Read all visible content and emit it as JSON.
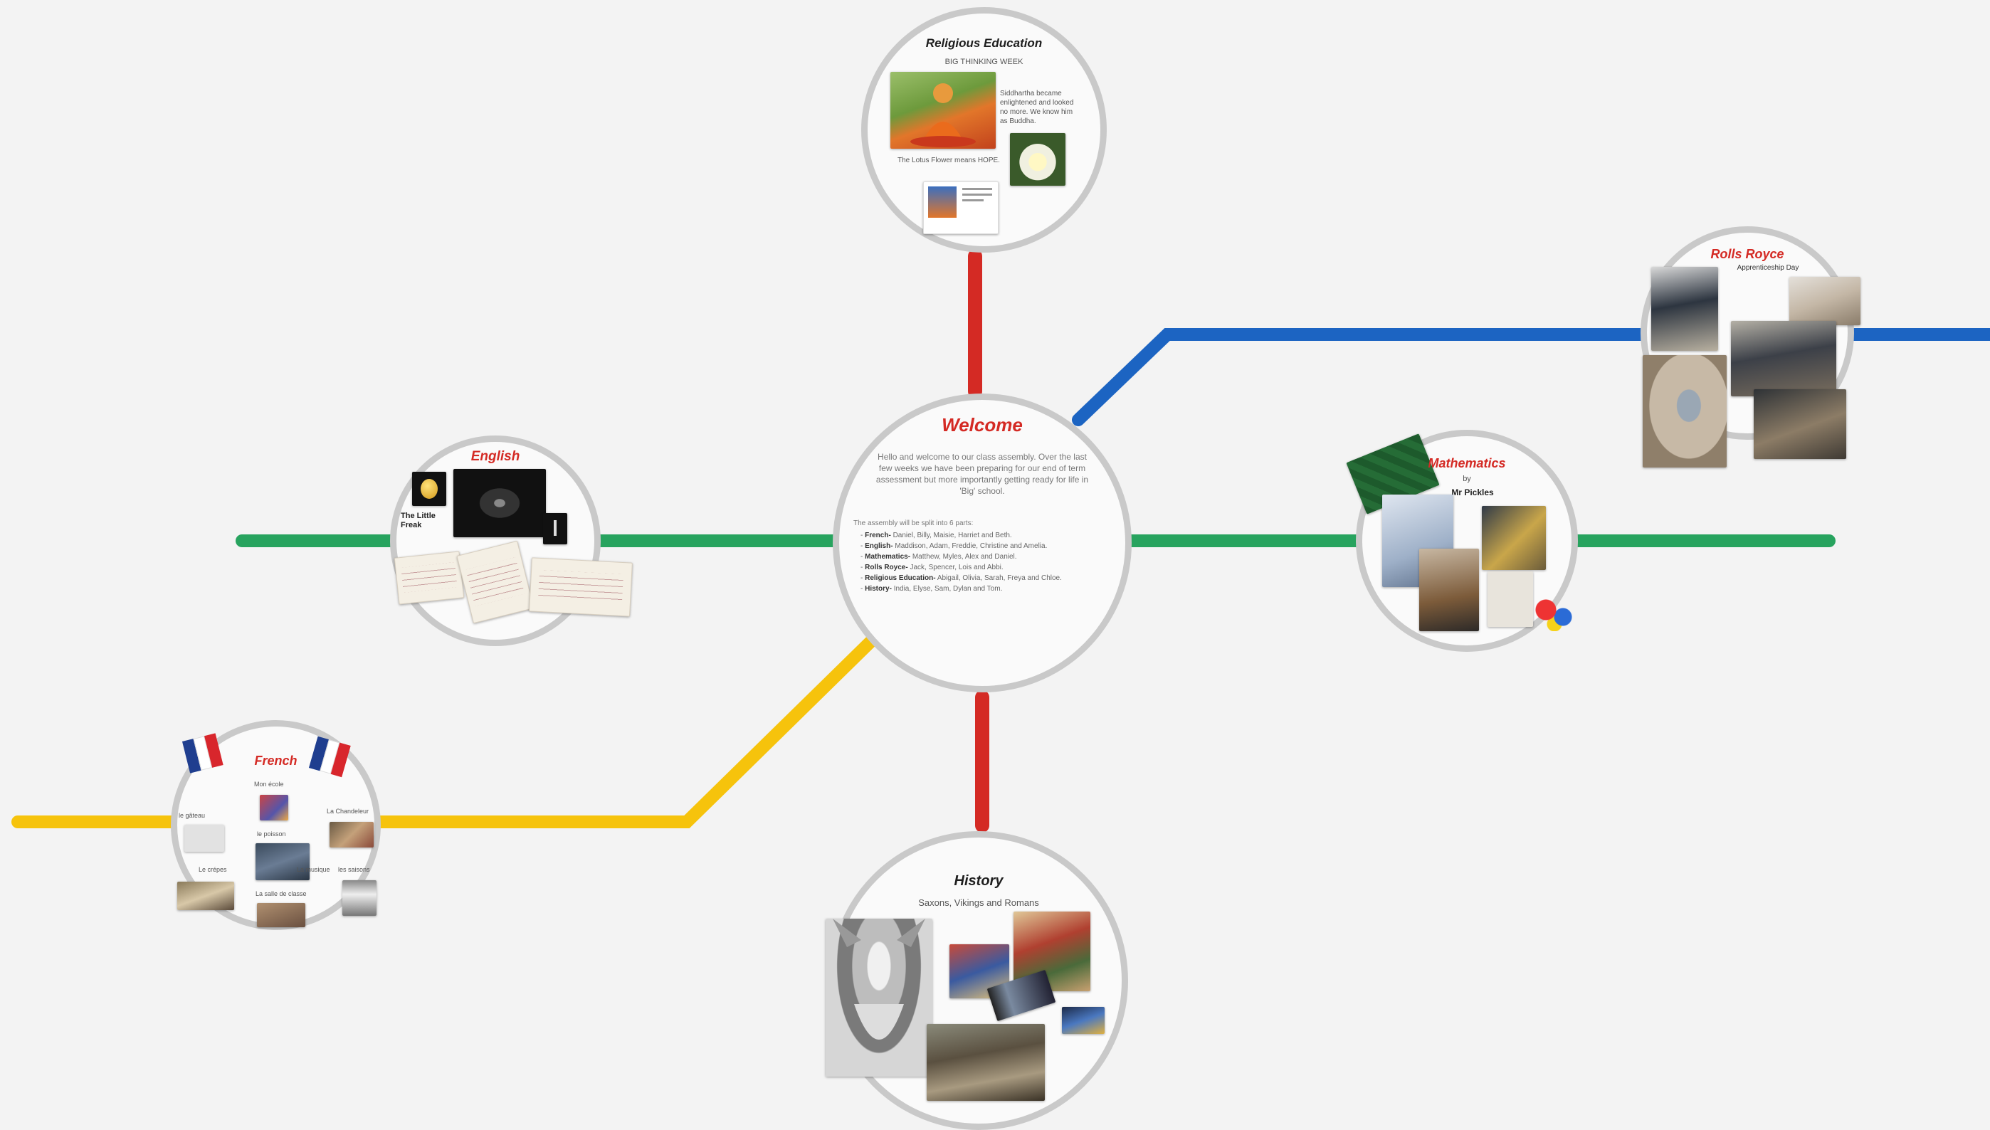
{
  "welcome": {
    "title": "Welcome",
    "intro": "Hello and welcome to our class assembly. Over the last few weeks we have been preparing for our end of term assessment but more importantly getting ready for life in 'Big' school.",
    "groups_intro": "The assembly will be split into 6 parts:",
    "groups": [
      {
        "subject": "French",
        "names": "Daniel, Billy, Maisie, Harriet and Beth."
      },
      {
        "subject": "English",
        "names": "Maddison, Adam, Freddie, Christine and Amelia."
      },
      {
        "subject": "Mathematics",
        "names": "Matthew, Myles, Alex and Daniel."
      },
      {
        "subject": "Rolls Royce",
        "names": "Jack, Spencer, Lois and Abbi."
      },
      {
        "subject": "Religious Education",
        "names": "Abigail, Olivia, Sarah, Freya and Chloe."
      },
      {
        "subject": "History",
        "names": "India, Elyse, Sam, Dylan and Tom."
      }
    ]
  },
  "religious_education": {
    "title": "Religious Education",
    "subtitle": "BIG THINKING WEEK",
    "text1": "Siddhartha became enlightened and looked no more. We know him as Buddha.",
    "text2": "The Lotus Flower means HOPE."
  },
  "english": {
    "title": "English",
    "book_label": "The Little Freak"
  },
  "mathematics": {
    "title": "Mathematics",
    "subtitle1": "by",
    "subtitle2": "Mr Pickles"
  },
  "rolls_royce": {
    "title": "Rolls Royce",
    "subtitle": "Apprenticeship Day"
  },
  "french": {
    "title": "French",
    "labels": [
      "Mon école",
      "le gâteau",
      "La Chandeleur",
      "le poisson",
      "Le crépes",
      "La musique",
      "les saisons",
      "La salle de classe"
    ]
  },
  "history": {
    "title": "History",
    "subtitle": "Saxons, Vikings and Romans"
  },
  "colors": {
    "green": "#27a35e",
    "blue": "#1c64c2",
    "yellow": "#f6c30c",
    "red": "#d42a24",
    "ring": "#c9c9c9"
  }
}
